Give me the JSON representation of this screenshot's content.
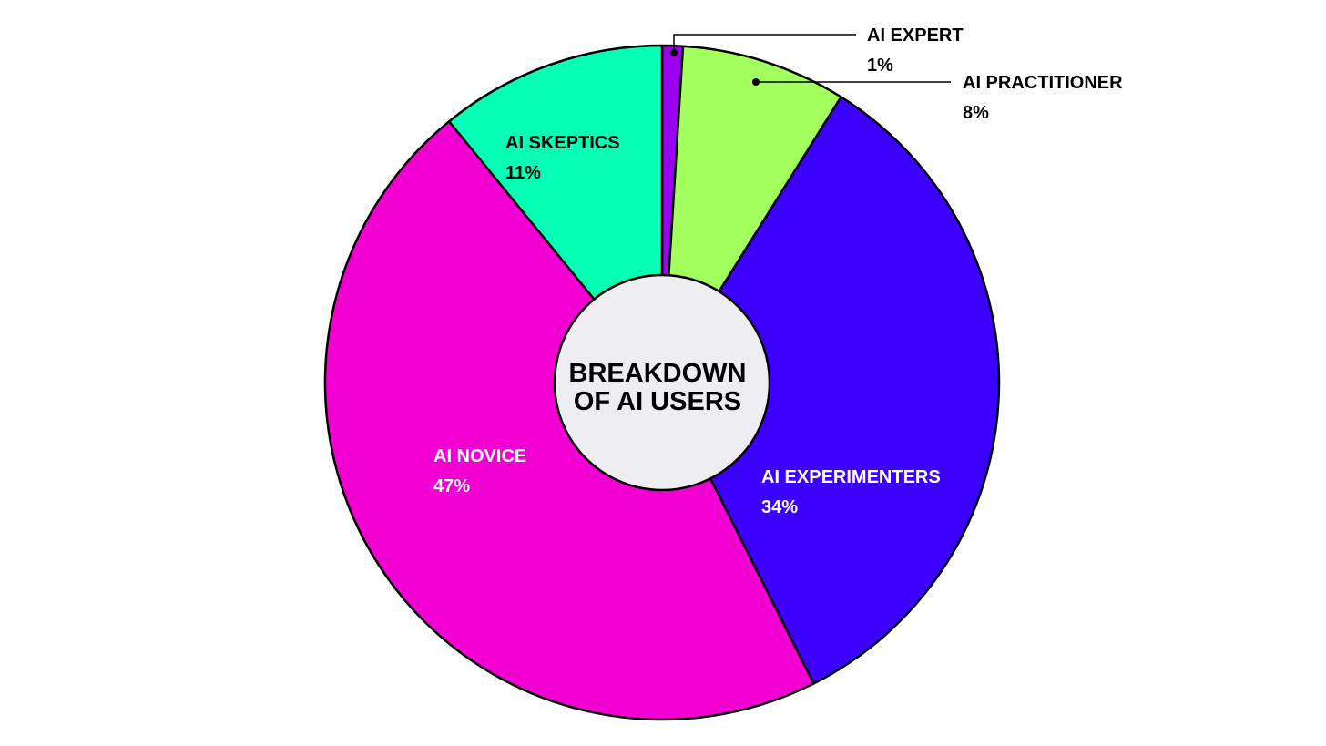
{
  "chart_data": {
    "type": "pie",
    "donut": true,
    "center_label": [
      "BREAKDOWN",
      "OF AI USERS"
    ],
    "slices": [
      {
        "name": "AI EXPERT",
        "value": 1,
        "label": "1%",
        "color": "#9B00F2",
        "text_color": "#000000",
        "callout": true
      },
      {
        "name": "AI PRACTITIONER",
        "value": 8,
        "label": "8%",
        "color": "#A2FF5E",
        "text_color": "#000000",
        "callout": true
      },
      {
        "name": "AI EXPERIMENTERS",
        "value": 34,
        "label": "34%",
        "color": "#3C00FF",
        "text_color": "#FFFFFF",
        "callout": false
      },
      {
        "name": "AI NOVICE",
        "value": 47,
        "label": "47%",
        "color": "#F200D2",
        "text_color": "#FFFFFF",
        "callout": false
      },
      {
        "name": "AI SKEPTICS",
        "value": 11,
        "label": "11%",
        "color": "#05FFB4",
        "text_color": "#000000",
        "callout": false
      }
    ],
    "start": "top",
    "direction": "clockwise",
    "center_color": "#EDEDF2"
  }
}
